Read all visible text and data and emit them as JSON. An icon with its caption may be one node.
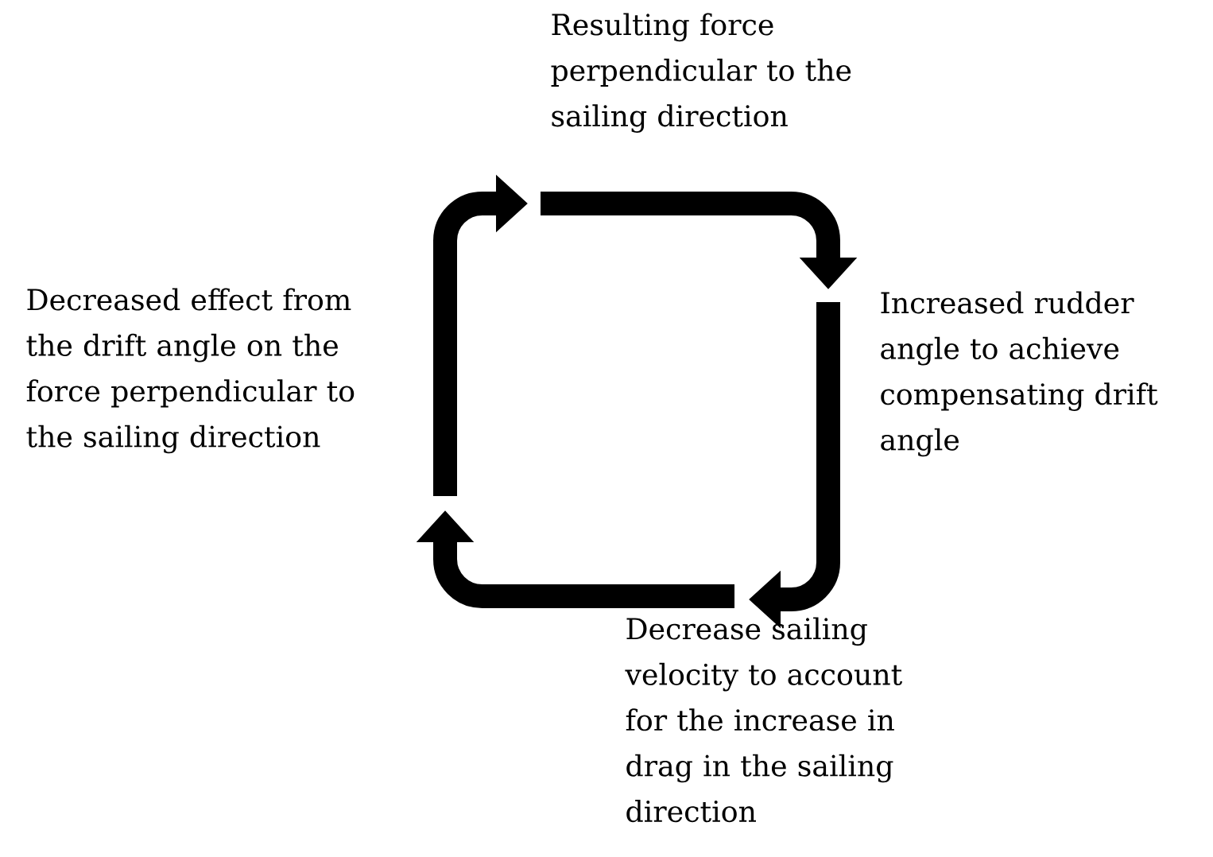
{
  "diagram": {
    "nodes": [
      {
        "text": [
          "Resulting force perpendicular to the sailing direction"
        ]
      },
      {
        "text": [
          "Increased rudder angle to achieve compensating drift angle"
        ]
      },
      {
        "text": [
          "Decrease sailing velocity to account for the increase in drag in the sailing direction"
        ]
      },
      {
        "text": [
          "Decreased effect from the drift angle on the force perpendicular to the sailing direction"
        ]
      }
    ],
    "edges": [
      {
        "from": 0,
        "to": 1,
        "arrow": "to"
      },
      {
        "from": 1,
        "to": 2,
        "arrow": "to"
      },
      {
        "from": 2,
        "to": 3,
        "arrow": "to"
      },
      {
        "from": 3,
        "to": 0,
        "arrow": "to"
      }
    ]
  }
}
